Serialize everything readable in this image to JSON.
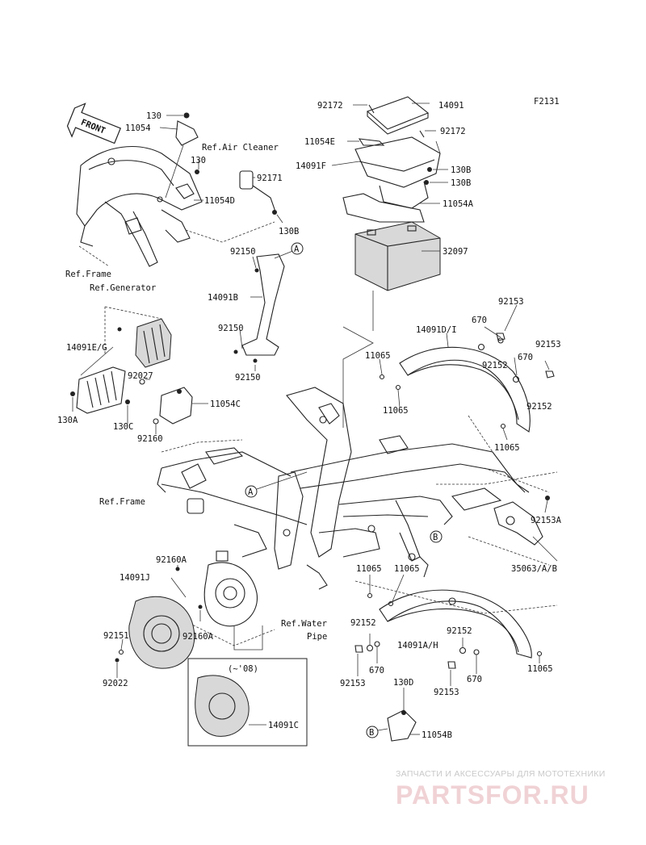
{
  "figure_code": "F2131",
  "front_label": "FRONT",
  "refs": {
    "air_cleaner": "Ref.Air Cleaner",
    "frame_top": "Ref.Frame",
    "generator": "Ref.Generator",
    "frame_mid": "Ref.Frame",
    "water_pipe_1": "Ref.Water",
    "water_pipe_2": "Pipe"
  },
  "callouts": {
    "a": "A",
    "b": "B"
  },
  "date_note": "(~'08)",
  "labels": {
    "l130_top": "130",
    "l11054": "11054",
    "l130_mid": "130",
    "l92171": "92171",
    "l11054D": "11054D",
    "l130B_left": "130B",
    "l92172_a": "92172",
    "l14091": "14091",
    "l11054E": "11054E",
    "l92172_b": "92172",
    "l14091F": "14091F",
    "l130B_r1": "130B",
    "l130B_r2": "130B",
    "l11054A": "11054A",
    "l32097": "32097",
    "l92150_a": "92150",
    "l14091B": "14091B",
    "l92150_b": "92150",
    "l92150_c": "92150",
    "l92153_a": "92153",
    "l14091DI": "14091D/I",
    "l670_a": "670",
    "l92153_b": "92153",
    "l11065_a": "11065",
    "l92152_a": "92152",
    "l670_b": "670",
    "l11065_b": "11065",
    "l92152_b": "92152",
    "l11065_c": "11065",
    "l14091EG": "14091E/G",
    "l92027": "92027",
    "l11054C": "11054C",
    "l130A": "130A",
    "l130C": "130C",
    "l92160": "92160",
    "l92153A": "92153A",
    "l35063": "35063/A/B",
    "l92160A_a": "92160A",
    "l14091J": "14091J",
    "l11065_d": "11065",
    "l11065_e": "11065",
    "l92151": "92151",
    "l92160A_b": "92160A",
    "l92152_c": "92152",
    "l92152_d": "92152",
    "l14091AH": "14091A/H",
    "l92022": "92022",
    "l670_c": "670",
    "l670_d": "670",
    "l11065_f": "11065",
    "l92153_c": "92153",
    "l92153_d": "92153",
    "l130D": "130D",
    "l14091C": "14091C",
    "l11054B": "11054B"
  },
  "watermark": {
    "line1": "ЗАПЧАСТИ И АКСЕССУАРЫ ДЛЯ МОТОТЕХНИКИ",
    "line2": "PARTSFOR.RU"
  }
}
